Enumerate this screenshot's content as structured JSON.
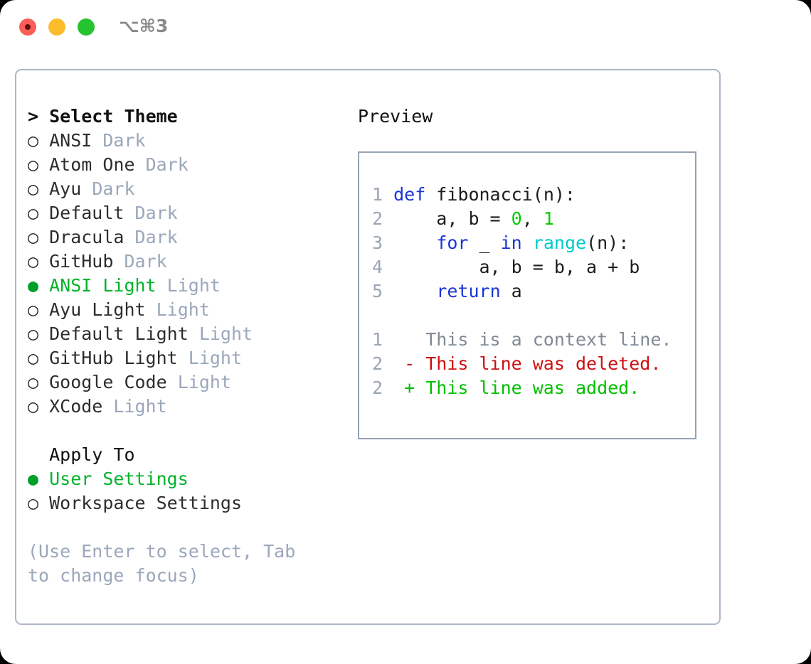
{
  "titlebar": {
    "shortcut": "⌥⌘3",
    "buttons": [
      {
        "name": "close",
        "color": "#fb5d57"
      },
      {
        "name": "minimize",
        "color": "#fcbc2c"
      },
      {
        "name": "maximize",
        "color": "#25c330"
      }
    ]
  },
  "theme_picker": {
    "header": "> Select Theme",
    "items": [
      {
        "marker": "○",
        "name": "ANSI",
        "badge": "Dark",
        "selected": false
      },
      {
        "marker": "○",
        "name": "Atom One",
        "badge": "Dark",
        "selected": false
      },
      {
        "marker": "○",
        "name": "Ayu",
        "badge": "Dark",
        "selected": false
      },
      {
        "marker": "○",
        "name": "Default",
        "badge": "Dark",
        "selected": false
      },
      {
        "marker": "○",
        "name": "Dracula",
        "badge": "Dark",
        "selected": false
      },
      {
        "marker": "○",
        "name": "GitHub",
        "badge": "Dark",
        "selected": false
      },
      {
        "marker": "●",
        "name": "ANSI Light",
        "badge": "Light",
        "selected": true
      },
      {
        "marker": "○",
        "name": "Ayu Light",
        "badge": "Light",
        "selected": false
      },
      {
        "marker": "○",
        "name": "Default Light",
        "badge": "Light",
        "selected": false
      },
      {
        "marker": "○",
        "name": "GitHub Light",
        "badge": "Light",
        "selected": false
      },
      {
        "marker": "○",
        "name": "Google Code",
        "badge": "Light",
        "selected": false
      },
      {
        "marker": "○",
        "name": "XCode",
        "badge": "Light",
        "selected": false
      }
    ]
  },
  "apply_to": {
    "title": "  Apply To",
    "options": [
      {
        "marker": "●",
        "label": "User Settings",
        "selected": true
      },
      {
        "marker": "○",
        "label": "Workspace Settings",
        "selected": false
      }
    ]
  },
  "hint": "(Use Enter to select, Tab to change focus)",
  "preview": {
    "title": "Preview",
    "code_lines": [
      {
        "no": "1",
        "tokens": [
          {
            "t": "def",
            "c": "kw"
          },
          {
            "t": " fibonacci(n):",
            "c": "plain"
          }
        ]
      },
      {
        "no": "2",
        "tokens": [
          {
            "t": "    a, b = ",
            "c": "plain"
          },
          {
            "t": "0",
            "c": "num"
          },
          {
            "t": ", ",
            "c": "plain"
          },
          {
            "t": "1",
            "c": "num"
          }
        ]
      },
      {
        "no": "3",
        "tokens": [
          {
            "t": "    ",
            "c": "plain"
          },
          {
            "t": "for",
            "c": "kw"
          },
          {
            "t": " _ ",
            "c": "plain"
          },
          {
            "t": "in",
            "c": "kw"
          },
          {
            "t": " ",
            "c": "plain"
          },
          {
            "t": "range",
            "c": "fn"
          },
          {
            "t": "(n):",
            "c": "plain"
          }
        ]
      },
      {
        "no": "4",
        "tokens": [
          {
            "t": "        a, b = b, a + b",
            "c": "plain"
          }
        ]
      },
      {
        "no": "5",
        "tokens": [
          {
            "t": "    ",
            "c": "plain"
          },
          {
            "t": "return",
            "c": "kw"
          },
          {
            "t": " a",
            "c": "plain"
          }
        ]
      }
    ],
    "diff_lines": [
      {
        "no": "1",
        "sign": "  ",
        "text": "This is a context line.",
        "kind": "diff-ctx"
      },
      {
        "no": "2",
        "sign": "- ",
        "text": "This line was deleted.",
        "kind": "diff-del"
      },
      {
        "no": "2",
        "sign": "+ ",
        "text": "This line was added.",
        "kind": "diff-add"
      }
    ]
  }
}
